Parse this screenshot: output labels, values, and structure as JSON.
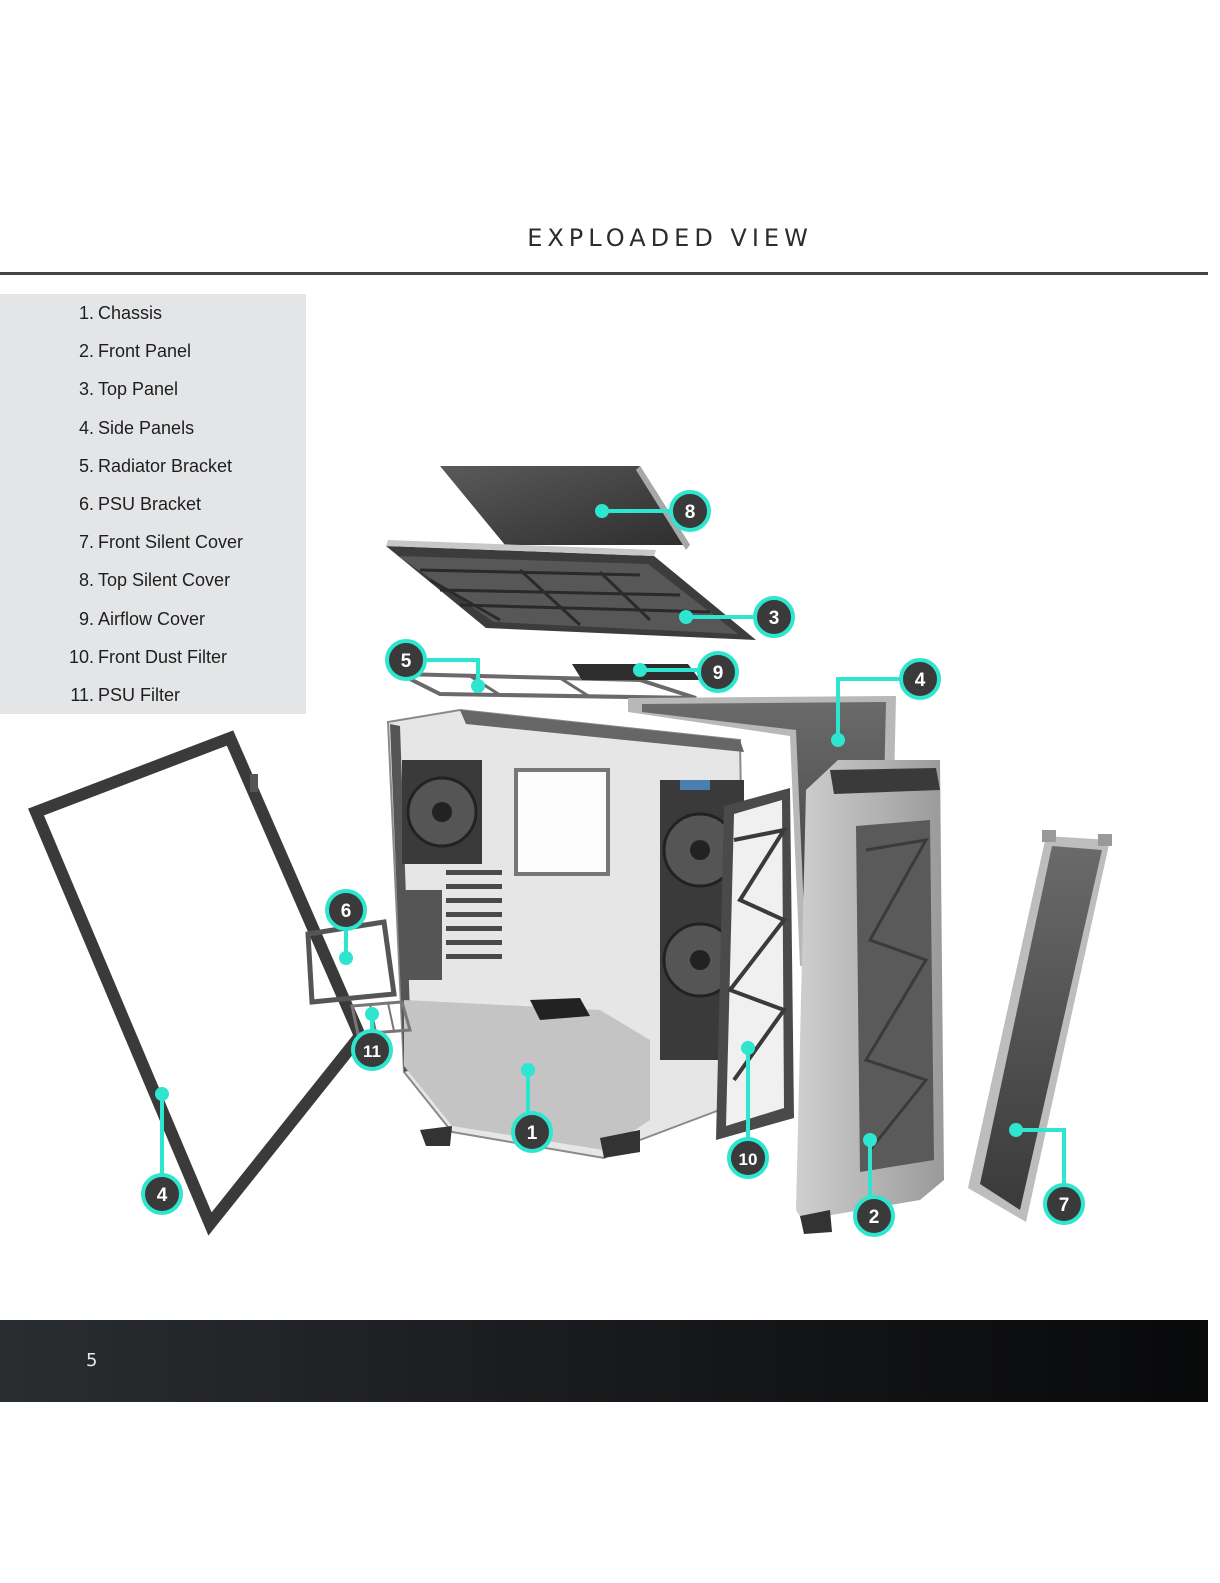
{
  "page": {
    "title": "EXPLOADED VIEW",
    "page_number": "5"
  },
  "legend": [
    {
      "num": "1.",
      "label": "Chassis"
    },
    {
      "num": "2.",
      "label": "Front Panel"
    },
    {
      "num": "3.",
      "label": "Top Panel"
    },
    {
      "num": "4.",
      "label": "Side Panels"
    },
    {
      "num": "5.",
      "label": "Radiator Bracket"
    },
    {
      "num": "6.",
      "label": "PSU Bracket"
    },
    {
      "num": "7.",
      "label": "Front Silent Cover"
    },
    {
      "num": "8.",
      "label": "Top Silent Cover"
    },
    {
      "num": "9.",
      "label": "Airflow Cover"
    },
    {
      "num": "10.",
      "label": "Front Dust Filter"
    },
    {
      "num": "11.",
      "label": "PSU Filter"
    }
  ],
  "callouts": [
    "1",
    "2",
    "3",
    "4",
    "4",
    "5",
    "6",
    "7",
    "8",
    "9",
    "10",
    "11"
  ],
  "colors": {
    "accent": "#2ee6d0",
    "badge": "#3a3a3a",
    "legend_bg": "#e4e5e7"
  }
}
